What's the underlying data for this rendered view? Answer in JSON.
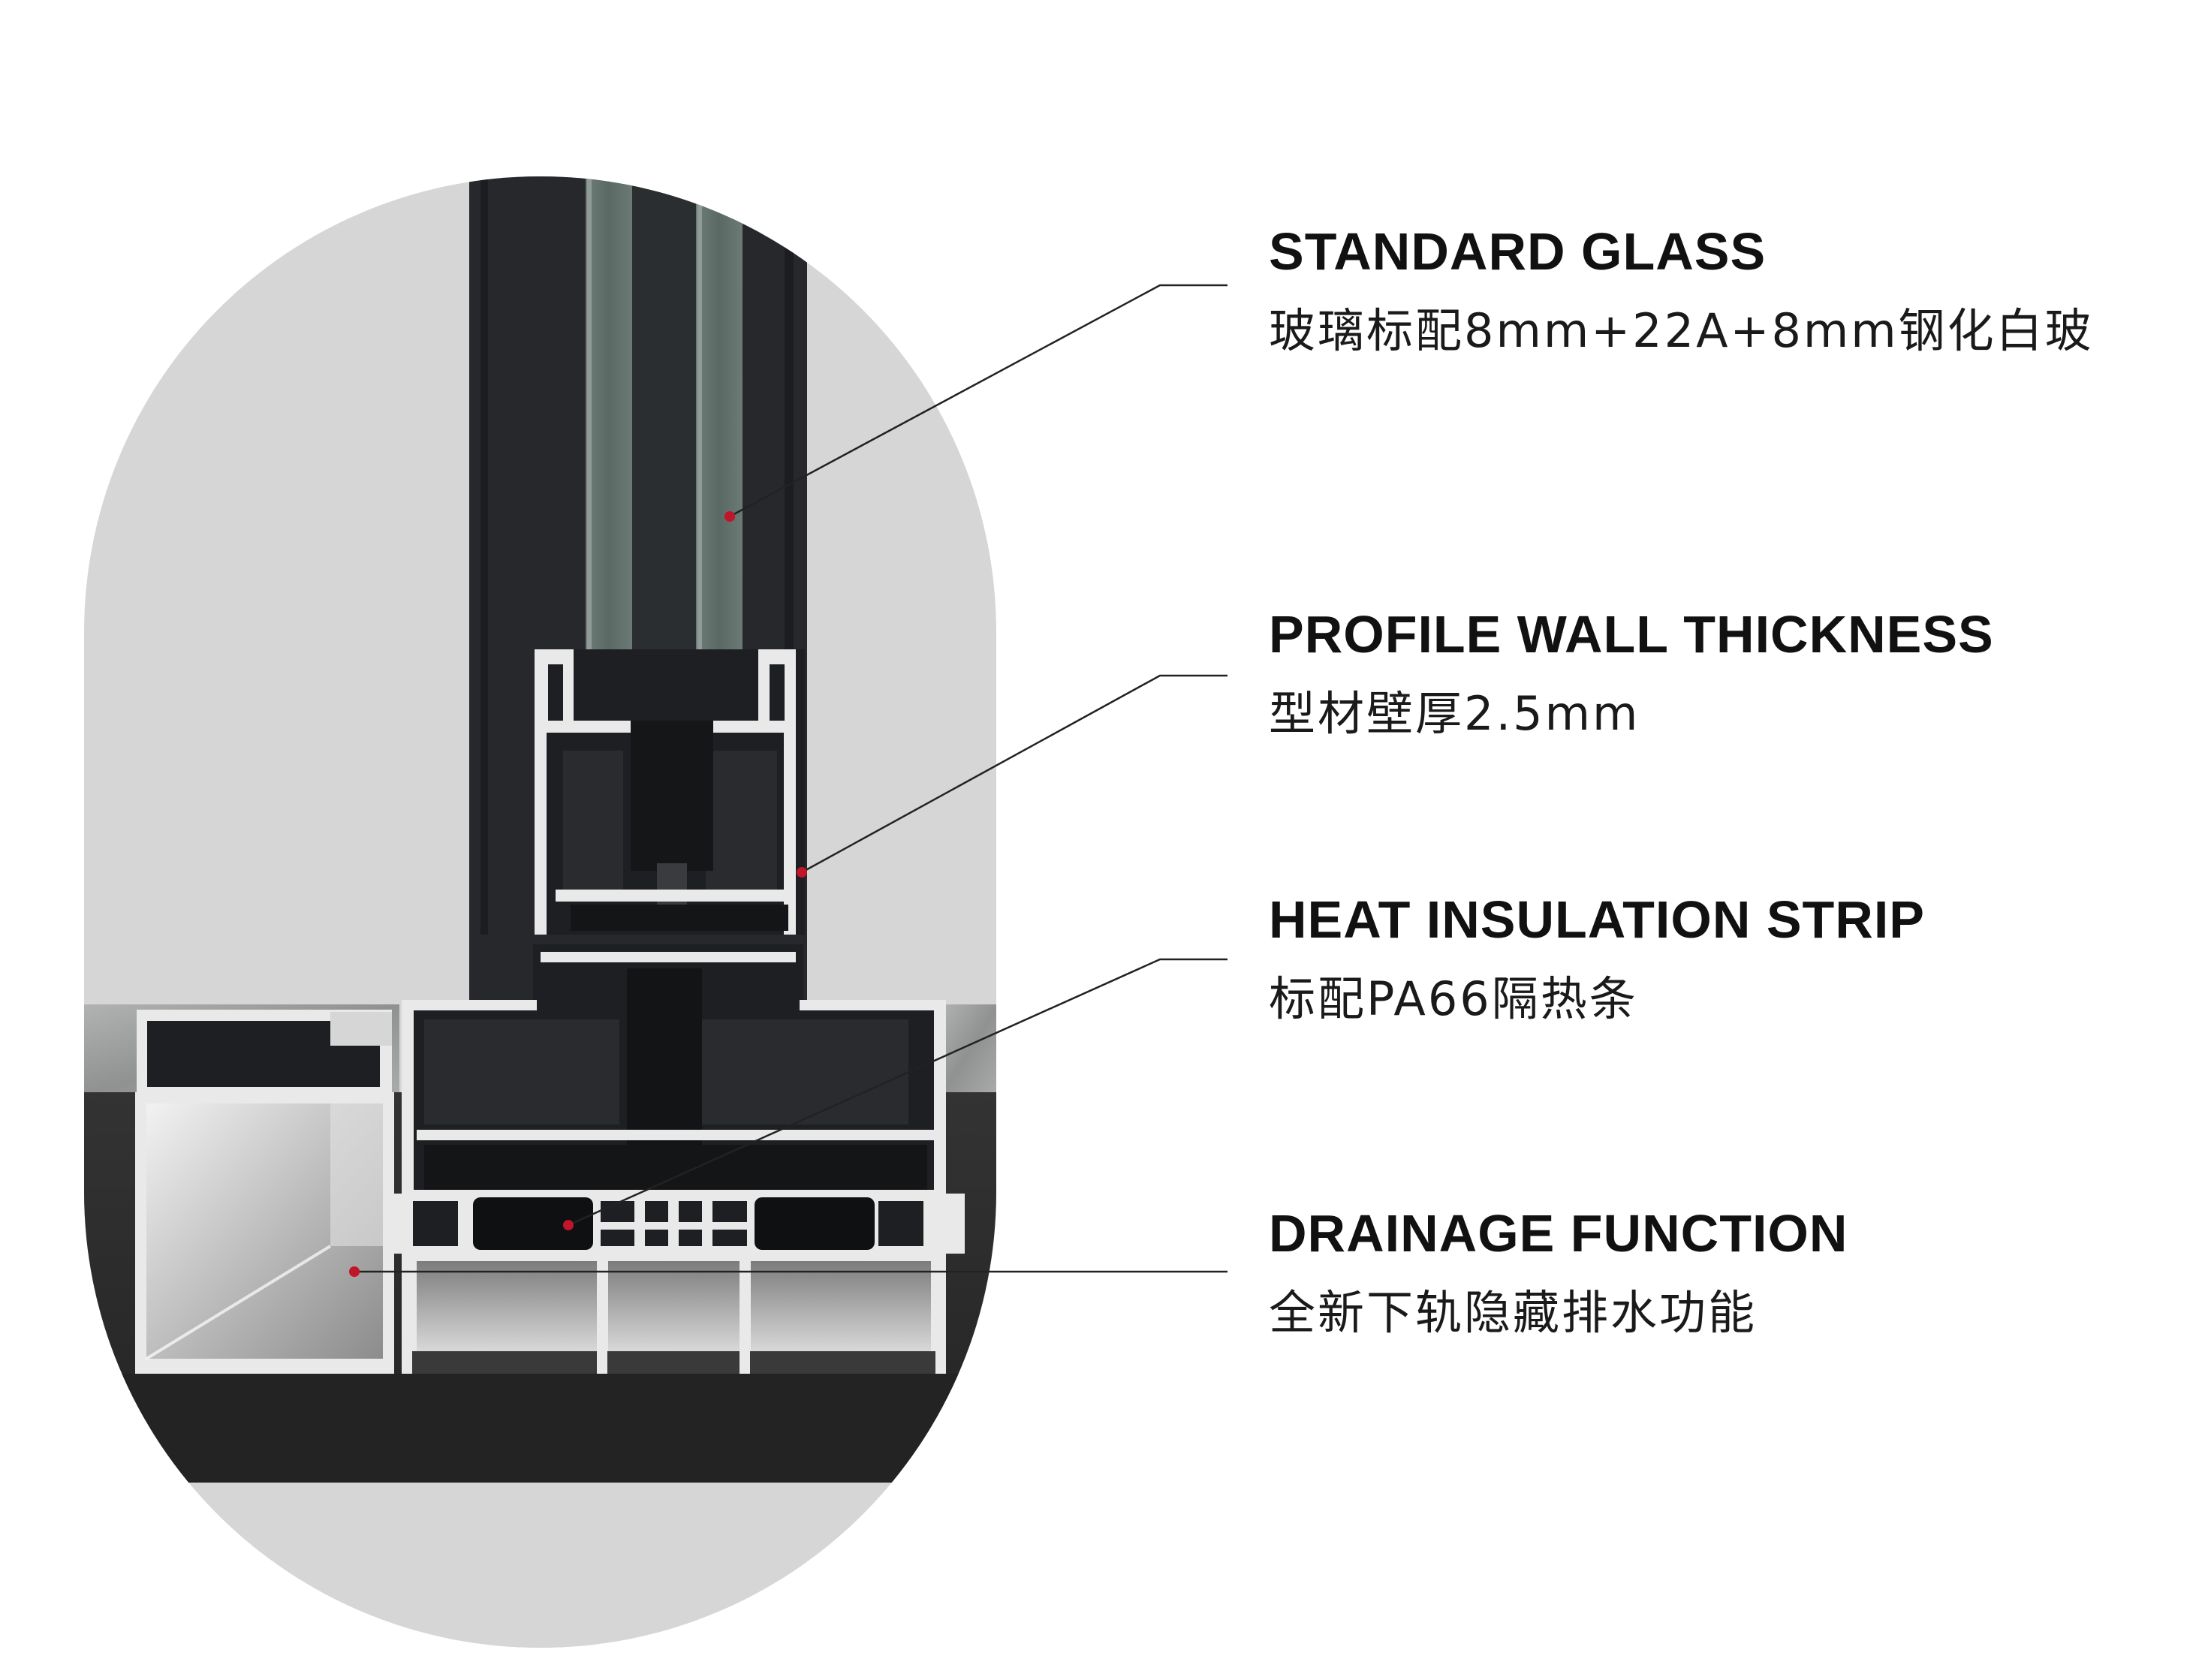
{
  "callouts": [
    {
      "title": "STANDARD GLASS",
      "subtitle": "玻璃标配8mm+22A+8mm钢化白玻"
    },
    {
      "title": "PROFILE WALL THICKNESS",
      "subtitle": "型材壁厚2.5mm"
    },
    {
      "title": "HEAT INSULATION STRIP",
      "subtitle": "标配PA66隔热条"
    },
    {
      "title": "DRAINAGE FUNCTION",
      "subtitle": "全新下轨隐藏排水功能"
    }
  ],
  "colors": {
    "background": "#ffffff",
    "capsule": "#d6d6d6",
    "frame": "#26282b",
    "glass": "#5e6e68",
    "floor": "#2b2b2b",
    "marker": "#c0152a",
    "leader": "#222222"
  }
}
